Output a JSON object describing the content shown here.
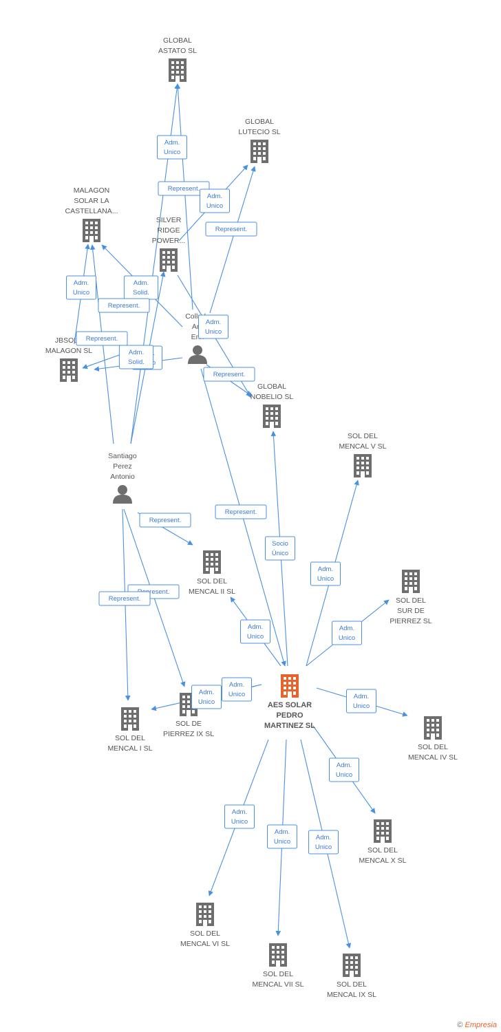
{
  "colors": {
    "edge": "#4a90e2",
    "company": "#6e6e6e",
    "main_company": "#e8632b",
    "person": "#6e6e6e",
    "label": "#555555"
  },
  "nodes": [
    {
      "id": "global-astato",
      "type": "company",
      "label": [
        "GLOBAL",
        "ASTATO SL"
      ]
    },
    {
      "id": "global-lutecio",
      "type": "company",
      "label": [
        "GLOBAL",
        "LUTECIO SL"
      ]
    },
    {
      "id": "malagon-solar",
      "type": "company",
      "label": [
        "MALAGON",
        "SOLAR LA",
        "CASTELLANA..."
      ]
    },
    {
      "id": "silver-ridge",
      "type": "company",
      "label": [
        "SILVER",
        "RIDGE",
        "POWER..."
      ]
    },
    {
      "id": "collado",
      "type": "person",
      "label": [
        "Collado",
        "Arp",
        "Enri"
      ]
    },
    {
      "id": "jbsola-malagon",
      "type": "company",
      "label": [
        "JBSOLA",
        "MALAGON SL"
      ]
    },
    {
      "id": "global-nobelio",
      "type": "company",
      "label": [
        "GLOBAL",
        "NOBELIO SL"
      ]
    },
    {
      "id": "santiago",
      "type": "person",
      "label": [
        "Santiago",
        "Perez",
        "Antonio"
      ]
    },
    {
      "id": "sol-mencal-v",
      "type": "company",
      "label": [
        "SOL DEL",
        "MENCAL V SL"
      ]
    },
    {
      "id": "sol-mencal-ii",
      "type": "company",
      "label": [
        "SOL DEL",
        "MENCAL II SL"
      ]
    },
    {
      "id": "sol-sur-pierrez",
      "type": "company",
      "label": [
        "SOL DEL",
        "SUR DE",
        "PIERREZ SL"
      ]
    },
    {
      "id": "aes-solar",
      "type": "main",
      "label": [
        "AES SOLAR",
        "PEDRO",
        "MARTINEZ SL"
      ]
    },
    {
      "id": "sol-pierrez-ix",
      "type": "company",
      "label": [
        "SOL DE",
        "PIERREZ IX SL"
      ]
    },
    {
      "id": "sol-mencal-i",
      "type": "company",
      "label": [
        "SOL DEL",
        "MENCAL I SL"
      ]
    },
    {
      "id": "sol-mencal-iv",
      "type": "company",
      "label": [
        "SOL DEL",
        "MENCAL IV SL"
      ]
    },
    {
      "id": "sol-mencal-x",
      "type": "company",
      "label": [
        "SOL DEL",
        "MENCAL X SL"
      ]
    },
    {
      "id": "sol-mencal-vi",
      "type": "company",
      "label": [
        "SOL DEL",
        "MENCAL VI SL"
      ]
    },
    {
      "id": "sol-mencal-vii",
      "type": "company",
      "label": [
        "SOL DEL",
        "MENCAL VII SL"
      ]
    },
    {
      "id": "sol-mencal-ix",
      "type": "company",
      "label": [
        "SOL DEL",
        "MENCAL IX SL"
      ]
    }
  ],
  "edges": [
    {
      "from": "collado",
      "to": "global-astato",
      "label": [
        "Adm.",
        "Unico"
      ]
    },
    {
      "from": "santiago",
      "to": "global-astato",
      "label": [
        "Represent."
      ]
    },
    {
      "from": "silver-ridge",
      "to": "global-lutecio",
      "label": [
        "Adm.",
        "Unico"
      ]
    },
    {
      "from": "collado",
      "to": "global-lutecio",
      "label": [
        "Represent."
      ]
    },
    {
      "from": "jbsola-malagon",
      "to": "malagon-solar",
      "label": [
        "Adm.",
        "Unico"
      ]
    },
    {
      "from": "collado",
      "to": "malagon-solar",
      "label": [
        "Adm.",
        "Solid."
      ]
    },
    {
      "from": "santiago",
      "to": "malagon-solar",
      "label": [
        "Represent."
      ]
    },
    {
      "from": "santiago",
      "to": "silver-ridge",
      "label": [
        "Adm.",
        "Unico"
      ]
    },
    {
      "from": "collado",
      "to": "jbsola-malagon",
      "label": [
        "Represent."
      ]
    },
    {
      "from": "collado",
      "to": "jbsola-malagon",
      "label": [
        "Adm.",
        "Solid."
      ]
    },
    {
      "from": "silver-ridge",
      "to": "global-nobelio",
      "label": [
        "Adm.",
        "Unico"
      ]
    },
    {
      "from": "collado",
      "to": "global-nobelio",
      "label": [
        "Represent."
      ]
    },
    {
      "from": "collado",
      "to": "aes-solar",
      "label": [
        "Represent."
      ]
    },
    {
      "from": "aes-solar",
      "to": "global-nobelio",
      "label": [
        "Socio",
        "Único"
      ]
    },
    {
      "from": "aes-solar",
      "to": "sol-mencal-v",
      "label": [
        "Adm.",
        "Unico"
      ]
    },
    {
      "from": "santiago",
      "to": "sol-mencal-ii",
      "label": [
        "Represent."
      ]
    },
    {
      "from": "aes-solar",
      "to": "sol-mencal-ii",
      "label": [
        "Adm.",
        "Unico"
      ]
    },
    {
      "from": "aes-solar",
      "to": "sol-sur-pierrez",
      "label": [
        "Adm.",
        "Unico"
      ]
    },
    {
      "from": "santiago",
      "to": "sol-pierrez-ix",
      "label": [
        "Represent."
      ]
    },
    {
      "from": "aes-solar",
      "to": "sol-pierrez-ix",
      "label": [
        "Adm.",
        "Unico"
      ]
    },
    {
      "from": "santiago",
      "to": "sol-mencal-i",
      "label": [
        "Represent."
      ]
    },
    {
      "from": "aes-solar",
      "to": "sol-mencal-i",
      "label": [
        "Adm.",
        "Unico"
      ]
    },
    {
      "from": "aes-solar",
      "to": "sol-mencal-iv",
      "label": [
        "Adm.",
        "Unico"
      ]
    },
    {
      "from": "aes-solar",
      "to": "sol-mencal-x",
      "label": [
        "Adm.",
        "Unico"
      ]
    },
    {
      "from": "aes-solar",
      "to": "sol-mencal-vi",
      "label": [
        "Adm.",
        "Unico"
      ]
    },
    {
      "from": "aes-solar",
      "to": "sol-mencal-vii",
      "label": [
        "Adm.",
        "Unico"
      ]
    },
    {
      "from": "aes-solar",
      "to": "sol-mencal-ix",
      "label": [
        "Adm.",
        "Unico"
      ]
    }
  ],
  "footer": {
    "copyright": "©",
    "brand": "Empresia"
  }
}
